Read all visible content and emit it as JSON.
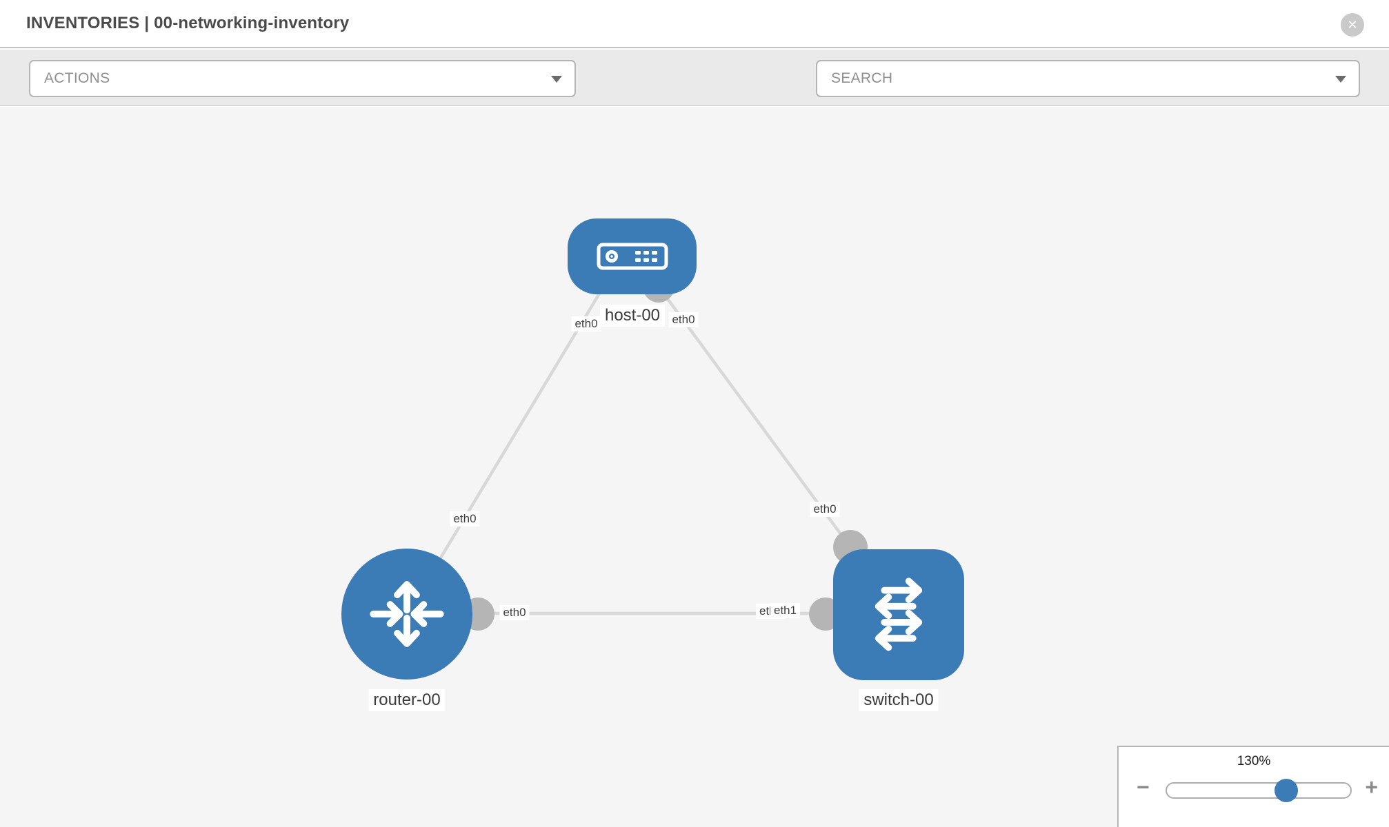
{
  "window": {
    "title": "INVENTORIES | 00-networking-inventory",
    "close_label": "✕"
  },
  "toolbar": {
    "actions_label": "ACTIONS",
    "search_placeholder": "SEARCH"
  },
  "icons": {
    "wrench": "wrench-icon",
    "key": "key-icon",
    "close": "close-icon",
    "dropdown_caret": "chevron-down-icon",
    "host": "host-device-icon",
    "router": "router-arrows-icon",
    "switch": "switch-arrows-icon"
  },
  "diagram": {
    "nodes": [
      {
        "label": "host-00",
        "type": "host"
      },
      {
        "label": "router-00",
        "type": "router"
      },
      {
        "label": "switch-00",
        "type": "switch"
      }
    ],
    "links": [
      {
        "from": "host-00",
        "to": "router-00",
        "from_interface": "eth0",
        "to_interface": "eth0"
      },
      {
        "from": "host-00",
        "to": "switch-00",
        "from_interface": "eth0",
        "to_interface": "eth0"
      },
      {
        "from": "router-00",
        "to": "switch-00",
        "from_interface": "eth0",
        "to_interface": "eth1"
      }
    ],
    "interface_labels": [
      "eth0",
      "eth0",
      "eth0",
      "eth0",
      "eth0",
      "eth0",
      "eth1"
    ],
    "colors": {
      "node_blue": "#3b7bb6",
      "link_gray": "#d8d8d8",
      "interface_gray": "#b5b5b5",
      "canvas_bg": "#f5f5f5"
    }
  },
  "zoom_control": {
    "level": "130%",
    "zoom_out_label": "−",
    "zoom_in_label": "+"
  }
}
